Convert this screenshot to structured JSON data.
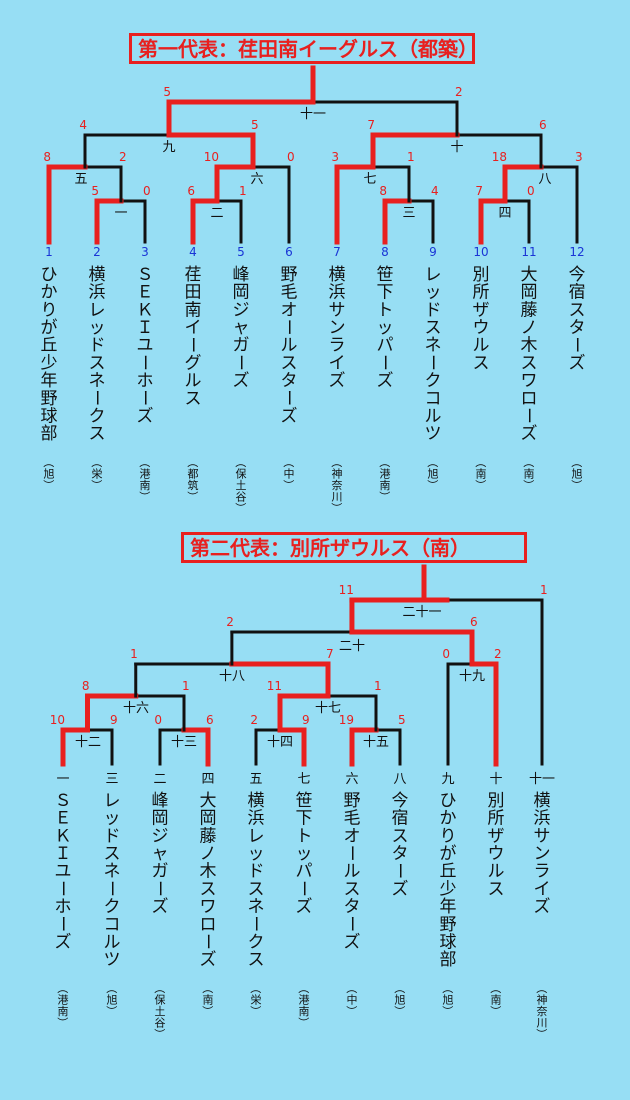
{
  "section1": {
    "title": "第一代表：荏田南イーグルス（都築）",
    "teams": [
      {
        "no": "1",
        "name": "ひかりが丘少年野球部",
        "area": "（旭）"
      },
      {
        "no": "2",
        "name": "横浜レッドスネークス",
        "area": "（栄）"
      },
      {
        "no": "3",
        "name": "ＳＥＫＩユーホーズ",
        "area": "（港南）"
      },
      {
        "no": "4",
        "name": "荏田南イーグルス",
        "area": "（都筑）"
      },
      {
        "no": "5",
        "name": "峰岡ジャガーズ",
        "area": "（保土谷）"
      },
      {
        "no": "6",
        "name": "野毛オールスターズ",
        "area": "（中）"
      },
      {
        "no": "7",
        "name": "横浜サンライズ",
        "area": "（神奈川）"
      },
      {
        "no": "8",
        "name": "笹下トッパーズ",
        "area": "（港南）"
      },
      {
        "no": "9",
        "name": "レッドスネークコルツ",
        "area": "（旭）"
      },
      {
        "no": "10",
        "name": "別所ザウルス",
        "area": "（南）"
      },
      {
        "no": "11",
        "name": "大岡藤ノ木スワローズ",
        "area": "（南）"
      },
      {
        "no": "12",
        "name": "今宿スターズ",
        "area": "（旭）"
      }
    ],
    "games": [
      {
        "id": "一",
        "left_score": "5",
        "right_score": "0",
        "winner": "left"
      },
      {
        "id": "二",
        "left_score": "6",
        "right_score": "1",
        "winner": "left"
      },
      {
        "id": "三",
        "left_score": "8",
        "right_score": "4",
        "winner": "left"
      },
      {
        "id": "四",
        "left_score": "7",
        "right_score": "0",
        "winner": "left"
      },
      {
        "id": "五",
        "left_score": "8",
        "right_score": "2",
        "winner": "left"
      },
      {
        "id": "六",
        "left_score": "10",
        "right_score": "0",
        "winner": "left"
      },
      {
        "id": "七",
        "left_score": "3",
        "right_score": "1",
        "winner": "left"
      },
      {
        "id": "八",
        "left_score": "18",
        "right_score": "3",
        "winner": "left"
      },
      {
        "id": "九",
        "left_score": "4",
        "right_score": "5",
        "winner": "right"
      },
      {
        "id": "十",
        "left_score": "7",
        "right_score": "6",
        "winner": "left"
      },
      {
        "id": "十一",
        "left_score": "5",
        "right_score": "2",
        "winner": "left"
      }
    ]
  },
  "section2": {
    "title": "第二代表：別所ザウルス（南）",
    "teams": [
      {
        "no": "一",
        "name": "ＳＥＫＩユーホーズ",
        "area": "（港南）"
      },
      {
        "no": "三",
        "name": "レッドスネークコルツ",
        "area": "（旭）"
      },
      {
        "no": "二",
        "name": "峰岡ジャガーズ",
        "area": "（保土谷）"
      },
      {
        "no": "四",
        "name": "大岡藤ノ木スワローズ",
        "area": "（南）"
      },
      {
        "no": "五",
        "name": "横浜レッドスネークス",
        "area": "（栄）"
      },
      {
        "no": "七",
        "name": "笹下トッパーズ",
        "area": "（港南）"
      },
      {
        "no": "六",
        "name": "野毛オールスターズ",
        "area": "（中）"
      },
      {
        "no": "八",
        "name": "今宿スターズ",
        "area": "（旭）"
      },
      {
        "no": "九",
        "name": "ひかりが丘少年野球部",
        "area": "（旭）"
      },
      {
        "no": "十",
        "name": "別所ザウルス",
        "area": "（南）"
      },
      {
        "no": "十一",
        "name": "横浜サンライズ",
        "area": "（神奈川）"
      }
    ],
    "games": [
      {
        "id": "十二",
        "left_score": "10",
        "right_score": "9",
        "winner": "left"
      },
      {
        "id": "十三",
        "left_score": "0",
        "right_score": "6",
        "winner": "right"
      },
      {
        "id": "十四",
        "left_score": "2",
        "right_score": "9",
        "winner": "right"
      },
      {
        "id": "十五",
        "left_score": "19",
        "right_score": "5",
        "winner": "left"
      },
      {
        "id": "十六",
        "left_score": "8",
        "right_score": "1",
        "winner": "left"
      },
      {
        "id": "十七",
        "left_score": "11",
        "right_score": "1",
        "winner": "left"
      },
      {
        "id": "十八",
        "left_score": "1",
        "right_score": "7",
        "winner": "right"
      },
      {
        "id": "十九",
        "left_score": "0",
        "right_score": "2",
        "winner": "right"
      },
      {
        "id": "二十",
        "left_score": "2",
        "right_score": "6",
        "winner": "right"
      },
      {
        "id": "二十一",
        "left_score": "11",
        "right_score": "1",
        "winner": "left"
      }
    ]
  },
  "colors": {
    "background": "#97def4",
    "winner_line": "#e8201f",
    "loser_line": "#111111",
    "score": "#e8201f",
    "seed_number": "#1a35d6"
  }
}
